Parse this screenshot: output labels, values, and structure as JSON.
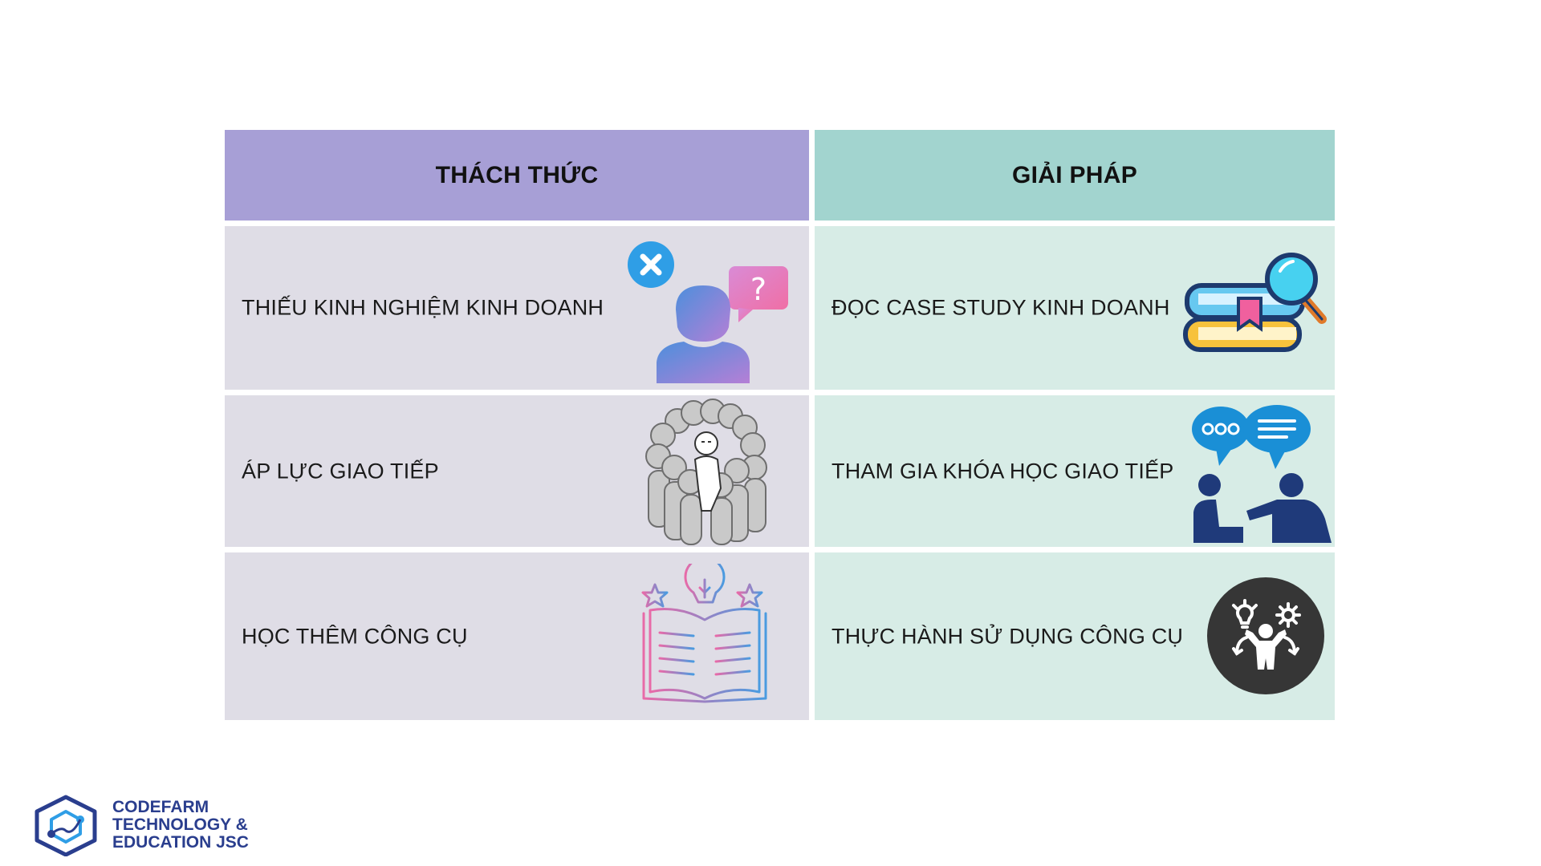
{
  "table": {
    "headers": {
      "challenge": "THÁCH THỨC",
      "solution": "GIẢI PHÁP"
    },
    "rows": [
      {
        "challenge": "THIẾU KINH NGHIỆM KINH DOANH",
        "challenge_icon": "confused-person-icon",
        "solution": "ĐỌC CASE STUDY KINH DOANH",
        "solution_icon": "books-magnifier-icon"
      },
      {
        "challenge": "ÁP LỰC GIAO TIẾP",
        "challenge_icon": "crowd-pressure-icon",
        "solution": "THAM GIA KHÓA HỌC GIAO TIẾP",
        "solution_icon": "conversation-icon"
      },
      {
        "challenge": "HỌC THÊM CÔNG CỤ",
        "challenge_icon": "open-book-idea-icon",
        "solution": "THỰC HÀNH SỬ DỤNG CÔNG CỤ",
        "solution_icon": "skills-practice-icon"
      }
    ]
  },
  "logo": {
    "line1": "CODEFARM",
    "line2": "TECHNOLOGY &",
    "line3": "EDUCATION JSC"
  },
  "colors": {
    "header_challenge": "#a79fd6",
    "header_solution": "#a2d4cf",
    "cell_challenge": "#dfdde6",
    "cell_solution": "#d7ece6",
    "logo_blue": "#2a3e8e"
  }
}
